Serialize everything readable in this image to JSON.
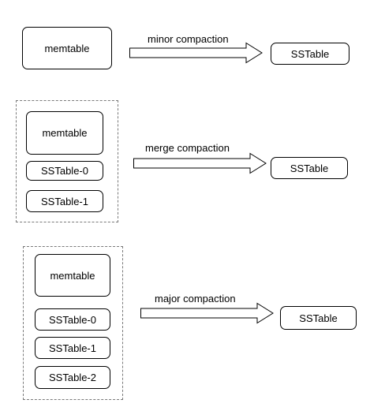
{
  "rows": [
    {
      "inputs": [
        "memtable"
      ],
      "operation": "minor compaction",
      "output": "SSTable"
    },
    {
      "inputs": [
        "memtable",
        "SSTable-0",
        "SSTable-1"
      ],
      "operation": "merge compaction",
      "output": "SSTable"
    },
    {
      "inputs": [
        "memtable",
        "SSTable-0",
        "SSTable-1",
        "SSTable-2"
      ],
      "operation": "major compaction",
      "output": "SSTable"
    }
  ]
}
